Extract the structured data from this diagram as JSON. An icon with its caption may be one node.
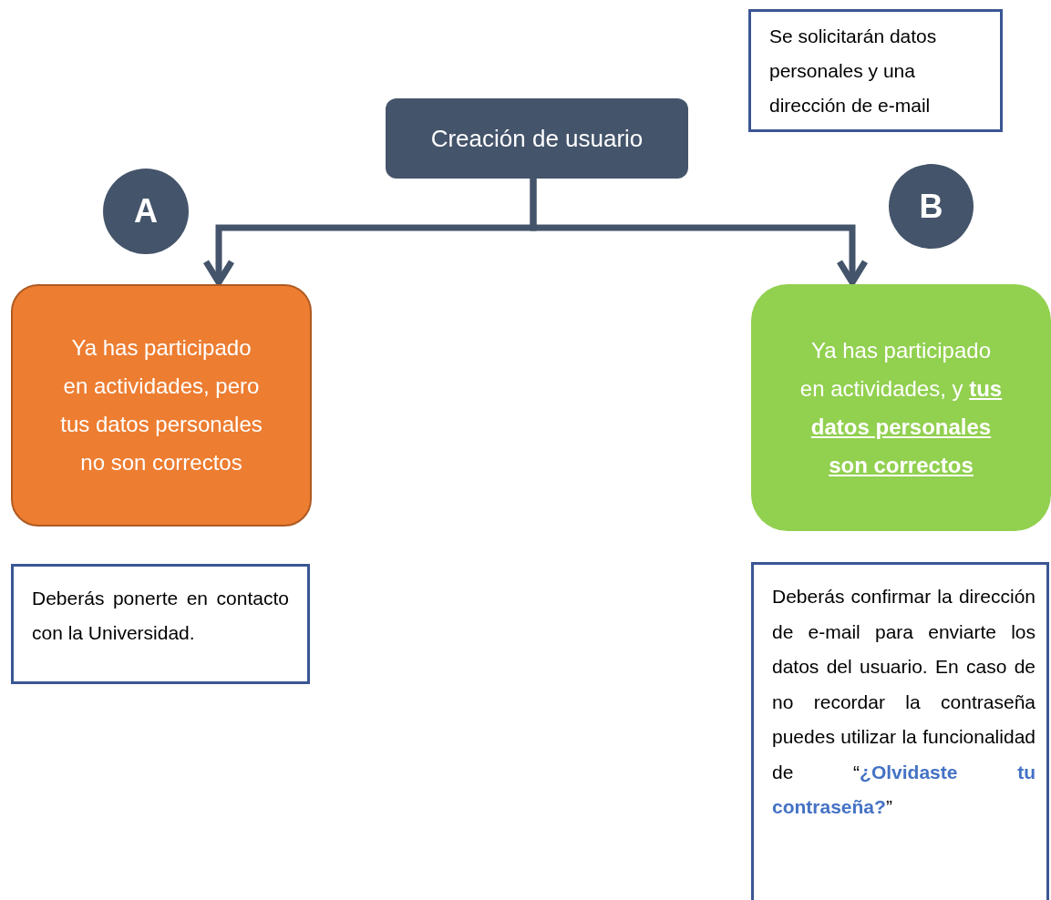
{
  "diagram": {
    "nodes": [
      {
        "text": [
          "Creación de usuario"
        ]
      },
      {
        "text": [
          "A"
        ]
      },
      {
        "text": [
          "B"
        ]
      },
      {
        "text": [
          "Ya has participado en actividades, pero tus datos personales no son correctos"
        ]
      },
      {
        "text": [
          "Ya has participado en actividades, y **tus datos personales son correctos**"
        ]
      },
      {
        "text": [
          "Se solicitarán datos personales y una dirección de e-mail"
        ]
      },
      {
        "text": [
          "Deberás ponerte en contacto con la Universidad."
        ]
      },
      {
        "text": [
          "Deberás confirmar la dirección de e-mail para enviarte los datos del usuario. En caso de no recordar la contraseña puedes utilizar la funcionalidad de “**¿Olvidaste tu contraseña?**”"
        ]
      }
    ],
    "edges": [
      {
        "from": 0,
        "to": 3,
        "arrow": "to"
      },
      {
        "from": 0,
        "to": 4,
        "arrow": "to"
      }
    ]
  }
}
